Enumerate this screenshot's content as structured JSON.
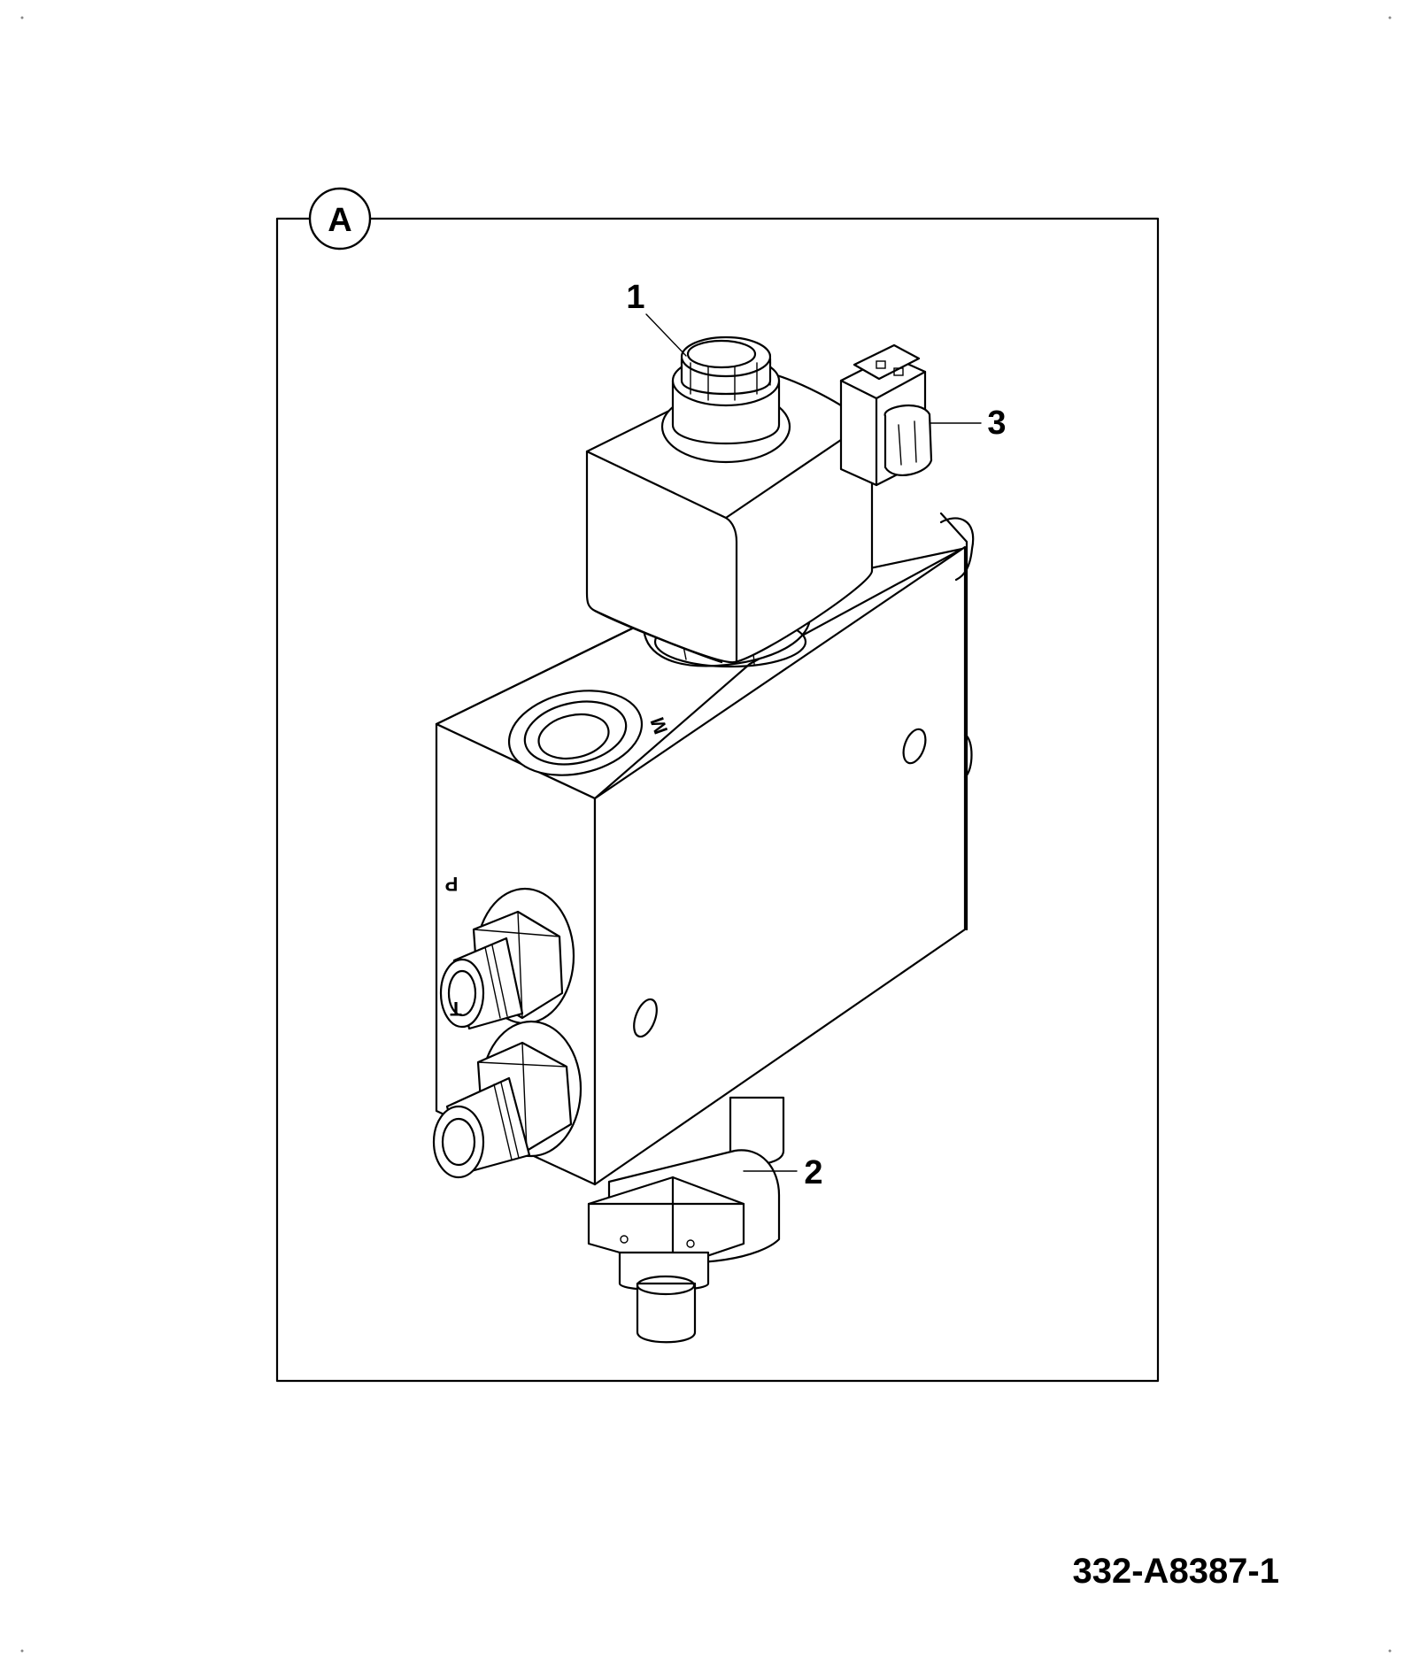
{
  "view_label": "A",
  "callouts": [
    {
      "id": "1",
      "label": "1"
    },
    {
      "id": "2",
      "label": "2"
    },
    {
      "id": "3",
      "label": "3"
    }
  ],
  "port_markings": {
    "m": "M",
    "p": "P",
    "t": "T"
  },
  "drawing_reference": "332-A8387-1"
}
